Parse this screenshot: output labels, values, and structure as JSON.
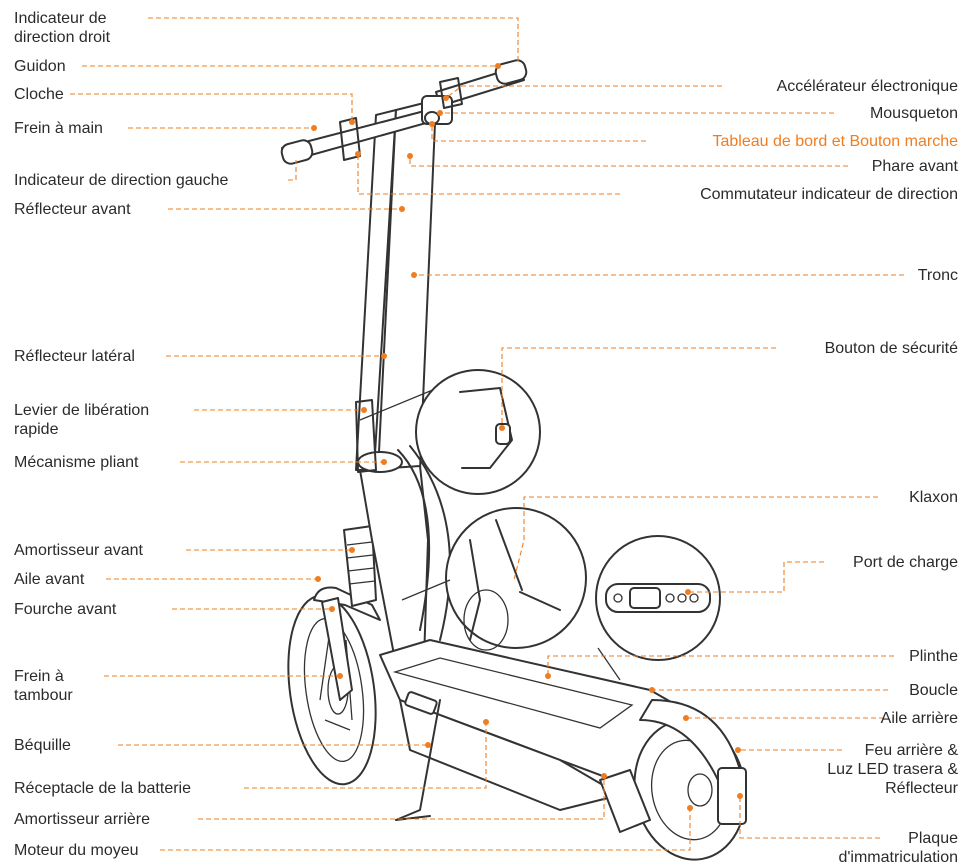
{
  "accent_color": "#ef7d22",
  "text_color": "#2b2b2b",
  "labels_left": [
    {
      "id": "ind-droit",
      "lines": [
        "Indicateur de",
        "direction droit"
      ]
    },
    {
      "id": "guidon",
      "lines": [
        "Guidon"
      ]
    },
    {
      "id": "cloche",
      "lines": [
        "Cloche"
      ]
    },
    {
      "id": "frein-main",
      "lines": [
        "Frein à main"
      ]
    },
    {
      "id": "ind-gauche",
      "lines": [
        "Indicateur de direction gauche"
      ]
    },
    {
      "id": "reflecteur-avant",
      "lines": [
        "Réflecteur avant"
      ]
    },
    {
      "id": "reflecteur-lateral",
      "lines": [
        "Réflecteur latéral"
      ]
    },
    {
      "id": "levier",
      "lines": [
        "Levier de libération",
        "rapide"
      ]
    },
    {
      "id": "mecanisme",
      "lines": [
        "Mécanisme pliant"
      ]
    },
    {
      "id": "amortisseur-avant",
      "lines": [
        "Amortisseur avant"
      ]
    },
    {
      "id": "aile-avant",
      "lines": [
        "Aile avant"
      ]
    },
    {
      "id": "fourche",
      "lines": [
        "Fourche avant"
      ]
    },
    {
      "id": "frein-tambour",
      "lines": [
        "Frein à",
        "tambour"
      ]
    },
    {
      "id": "bequille",
      "lines": [
        "Béquille"
      ]
    },
    {
      "id": "batterie",
      "lines": [
        "Réceptacle de la batterie"
      ]
    },
    {
      "id": "amortisseur-arriere",
      "lines": [
        "Amortisseur arrière"
      ]
    },
    {
      "id": "moteur",
      "lines": [
        "Moteur du moyeu"
      ]
    }
  ],
  "labels_right": [
    {
      "id": "accelerateur",
      "lines": [
        "Accélérateur électronique"
      ]
    },
    {
      "id": "mousqueton",
      "lines": [
        "Mousqueton"
      ]
    },
    {
      "id": "tableau",
      "lines": [
        "Tableau de bord et Bouton marche"
      ],
      "highlight": true
    },
    {
      "id": "phare",
      "lines": [
        "Phare avant"
      ]
    },
    {
      "id": "commutateur",
      "lines": [
        "Commutateur indicateur de direction"
      ]
    },
    {
      "id": "tronc",
      "lines": [
        "Tronc"
      ]
    },
    {
      "id": "securite",
      "lines": [
        "Bouton de sécurité"
      ]
    },
    {
      "id": "klaxon",
      "lines": [
        "Klaxon"
      ]
    },
    {
      "id": "port",
      "lines": [
        "Port de charge"
      ]
    },
    {
      "id": "plinthe",
      "lines": [
        "Plinthe"
      ]
    },
    {
      "id": "boucle",
      "lines": [
        "Boucle"
      ]
    },
    {
      "id": "aile-arriere",
      "lines": [
        "Aile arrière"
      ]
    },
    {
      "id": "feu",
      "lines": [
        "Feu arrière &",
        "Luz LED trasera &",
        "Réflecteur"
      ]
    },
    {
      "id": "plaque",
      "lines": [
        "Plaque",
        "d'immatriculation"
      ]
    }
  ]
}
